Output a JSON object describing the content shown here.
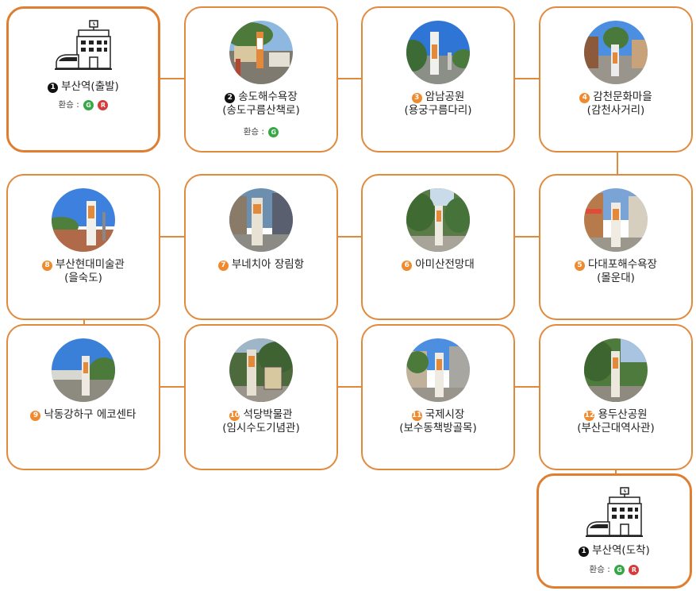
{
  "start": {
    "number": "1",
    "name": "부산역(출발)",
    "transfer_label": "환승 :",
    "badges": [
      "G",
      "R"
    ]
  },
  "end": {
    "number": "1",
    "name": "부산역(도착)",
    "transfer_label": "환승 :",
    "badges": [
      "G",
      "R"
    ]
  },
  "stops": [
    {
      "number": "2",
      "line1": "송도해수욕장",
      "line2": "(송도구름산책로)",
      "transfer_label": "환승 :",
      "badges": [
        "G"
      ]
    },
    {
      "number": "3",
      "line1": "암남공원",
      "line2": "(용궁구름다리)"
    },
    {
      "number": "4",
      "line1": "감천문화마을",
      "line2": "(감천사거리)"
    },
    {
      "number": "5",
      "line1": "다대포해수욕장",
      "line2": "(몰운대)"
    },
    {
      "number": "6",
      "line1": "아미산전망대",
      "line2": ""
    },
    {
      "number": "7",
      "line1": "부네치아 장림항",
      "line2": ""
    },
    {
      "number": "8",
      "line1": "부산현대미술관",
      "line2": "(을숙도)"
    },
    {
      "number": "9",
      "line1": "낙동강하구 에코센타",
      "line2": ""
    },
    {
      "number": "10",
      "line1": "석당박물관",
      "line2": "(임시수도기념관)"
    },
    {
      "number": "11",
      "line1": "국제시장",
      "line2": "(보수동책방골목)"
    },
    {
      "number": "12",
      "line1": "용두산공원",
      "line2": "(부산근대역사관)"
    }
  ],
  "colors": {
    "card_border": "#e08a3e",
    "connector": "#e08a3e",
    "number_badge": "#ef8a2e",
    "transfer_green": "#35a845",
    "transfer_red": "#d63a3a"
  }
}
